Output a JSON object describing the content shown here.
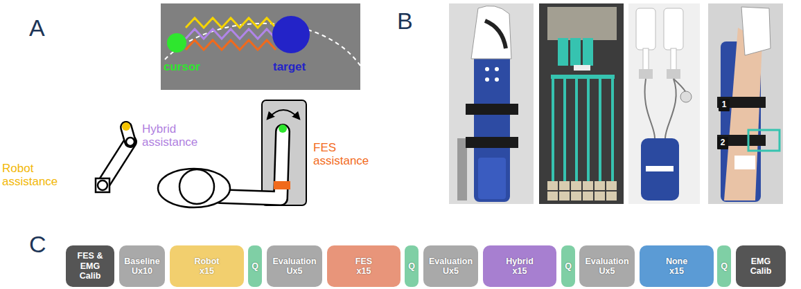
{
  "diagram": {
    "nodes": [
      {
        "text": [
          "1"
        ]
      },
      {
        "text": [
          "2"
        ]
      },
      {
        "text": [
          "FES & EMG Calib"
        ]
      },
      {
        "text": [
          "Baseline",
          "Ux10"
        ]
      },
      {
        "text": [
          "Robot",
          "x15"
        ]
      },
      {
        "text": [
          "Q"
        ]
      },
      {
        "text": [
          "Evaluation",
          "Ux5"
        ]
      },
      {
        "text": [
          "FES",
          "x15"
        ]
      },
      {
        "text": [
          "Q"
        ]
      },
      {
        "text": [
          "Evaluation",
          "Ux5"
        ]
      },
      {
        "text": [
          "Hybrid",
          "x15"
        ]
      },
      {
        "text": [
          "Q"
        ]
      },
      {
        "text": [
          "Evaluation",
          "Ux5"
        ]
      },
      {
        "text": [
          "None",
          "x15"
        ]
      },
      {
        "text": [
          "Q"
        ]
      },
      {
        "text": [
          "EMG Calib"
        ]
      }
    ],
    "labels": [
      "A",
      "cursor",
      "target",
      "Robot assistance",
      "Hybrid assistance",
      "FES assistance",
      "B",
      "C"
    ]
  }
}
